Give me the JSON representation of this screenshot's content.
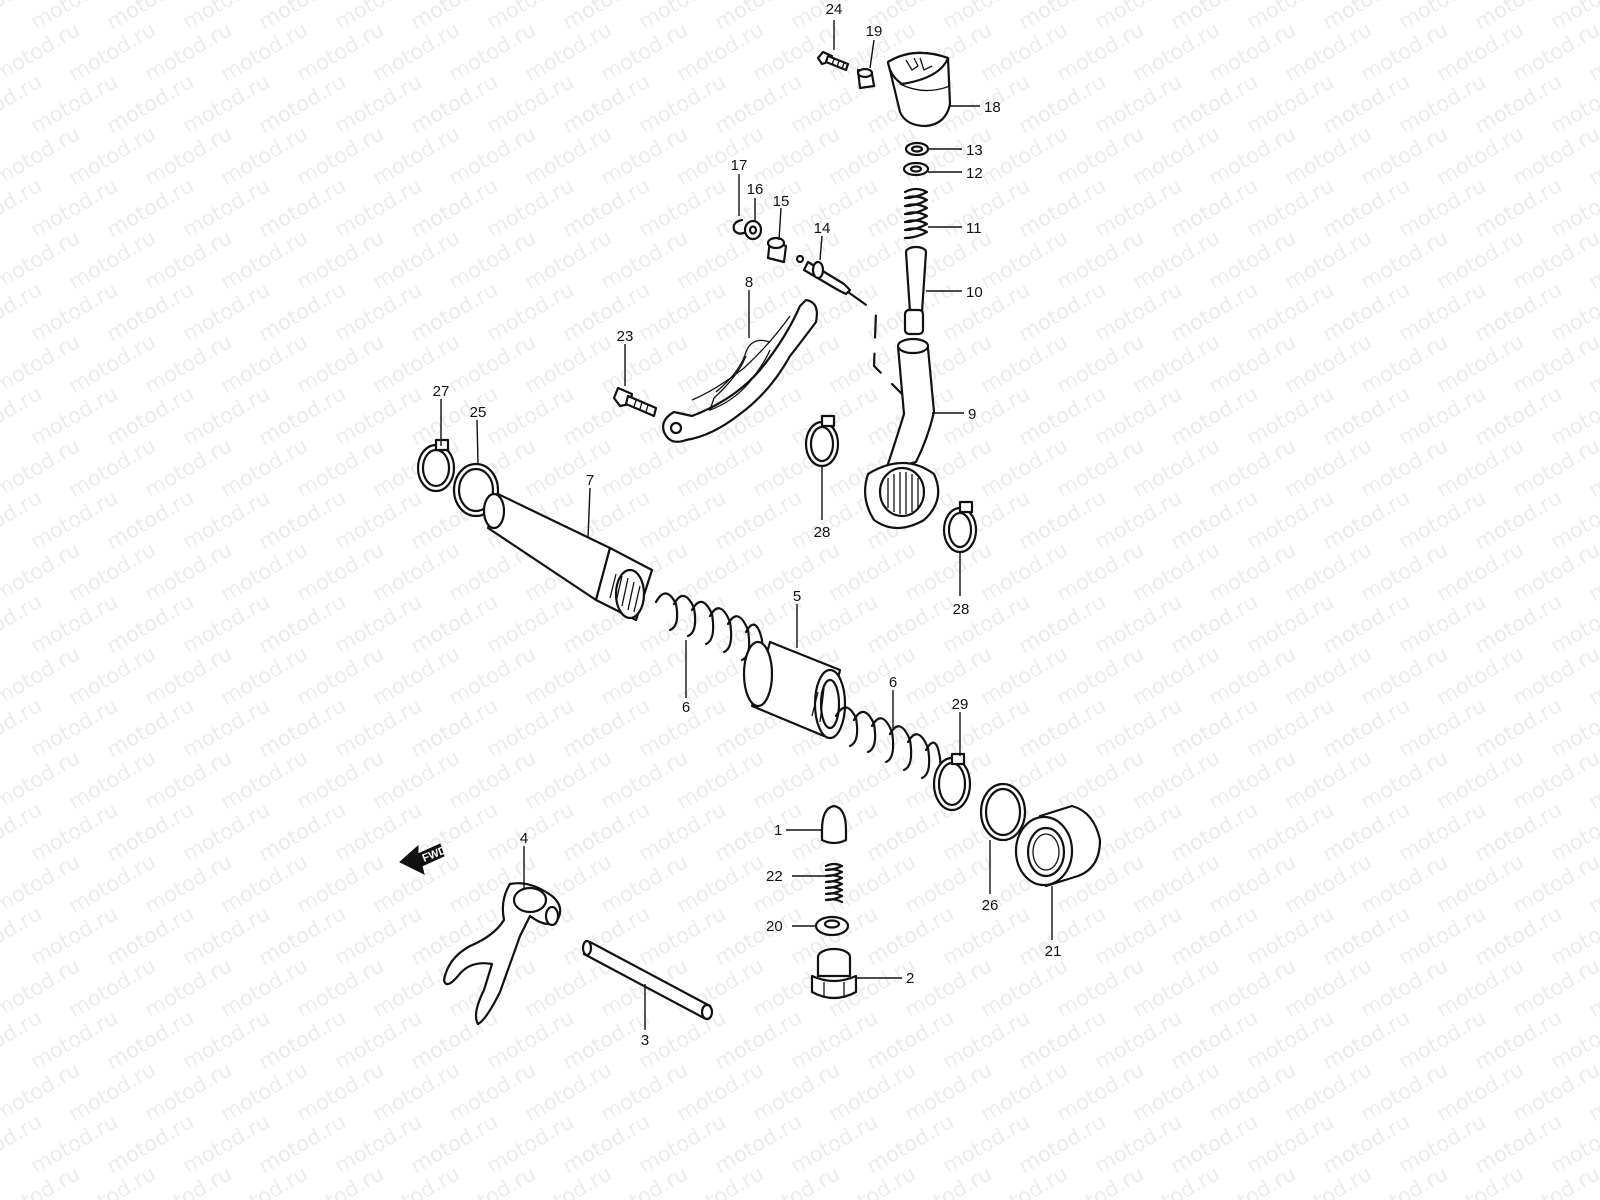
{
  "watermark": {
    "text": "motod.ru",
    "color": "#ececec"
  },
  "fwd_label": "FWD",
  "callouts": [
    {
      "id": "c24",
      "text": "24"
    },
    {
      "id": "c19",
      "text": "19"
    },
    {
      "id": "c18",
      "text": "18"
    },
    {
      "id": "c13",
      "text": "13"
    },
    {
      "id": "c12",
      "text": "12"
    },
    {
      "id": "c11",
      "text": "11"
    },
    {
      "id": "c10",
      "text": "10"
    },
    {
      "id": "c17",
      "text": "17"
    },
    {
      "id": "c16",
      "text": "16"
    },
    {
      "id": "c15",
      "text": "15"
    },
    {
      "id": "c14",
      "text": "14"
    },
    {
      "id": "c8",
      "text": "8"
    },
    {
      "id": "c23",
      "text": "23"
    },
    {
      "id": "c27",
      "text": "27"
    },
    {
      "id": "c25",
      "text": "25"
    },
    {
      "id": "c9",
      "text": "9"
    },
    {
      "id": "c28a",
      "text": "28"
    },
    {
      "id": "c7",
      "text": "7"
    },
    {
      "id": "c28b",
      "text": "28"
    },
    {
      "id": "c5",
      "text": "5"
    },
    {
      "id": "c6a",
      "text": "6"
    },
    {
      "id": "c6b",
      "text": "6"
    },
    {
      "id": "c29",
      "text": "29"
    },
    {
      "id": "c1",
      "text": "1"
    },
    {
      "id": "c22",
      "text": "22"
    },
    {
      "id": "c20",
      "text": "20"
    },
    {
      "id": "c2",
      "text": "2"
    },
    {
      "id": "c4",
      "text": "4"
    },
    {
      "id": "c3",
      "text": "3"
    },
    {
      "id": "c26",
      "text": "26"
    },
    {
      "id": "c21",
      "text": "21"
    }
  ]
}
